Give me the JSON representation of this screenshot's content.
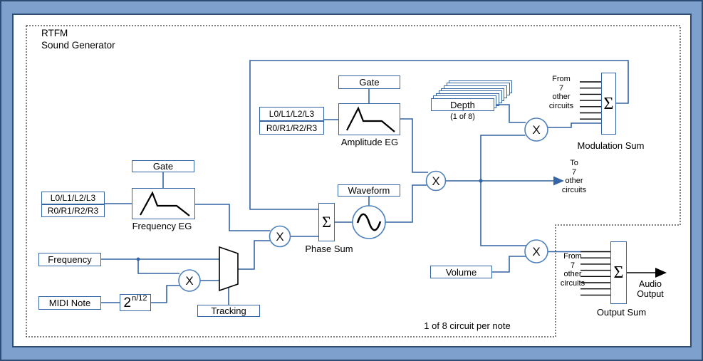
{
  "title": {
    "line1": "RTFM",
    "line2": "Sound Generator"
  },
  "footer_note": "1 of 8 circuit per note",
  "colors": {
    "wire_blue": "#3465a4",
    "circle_blue": "#4f81bb",
    "frame_band": "#7da0cd",
    "frame_line": "#2d4d76",
    "ink": "#000000"
  },
  "blocks": {
    "gate_frequency": "Gate",
    "gate_amplitude": "Gate",
    "levels_top": "L0/L1/L2/L3",
    "levels_bottom": "R0/R1/R2/R3",
    "frequency_eg_label": "Frequency EG",
    "amplitude_eg_label": "Amplitude EG",
    "frequency": "Frequency",
    "midi_note": "MIDI Note",
    "exp_base": "2",
    "exp_sup": "n/12",
    "tracking": "Tracking",
    "phase_sum_label": "Phase Sum",
    "waveform": "Waveform",
    "depth": "Depth",
    "depth_sub": "(1 of 8)",
    "volume": "Volume",
    "modulation_sum_label": "Modulation Sum",
    "output_sum_label": "Output Sum",
    "sigma": "Σ",
    "multiply": "X"
  },
  "annotations": {
    "from7_mod": [
      "From",
      "7",
      "other",
      "circuits"
    ],
    "from7_out": [
      "From",
      "7",
      "other",
      "circuits"
    ],
    "to7": [
      "To",
      "7",
      "other",
      "circuits"
    ],
    "audio_out": [
      "Audio",
      "Output"
    ]
  }
}
